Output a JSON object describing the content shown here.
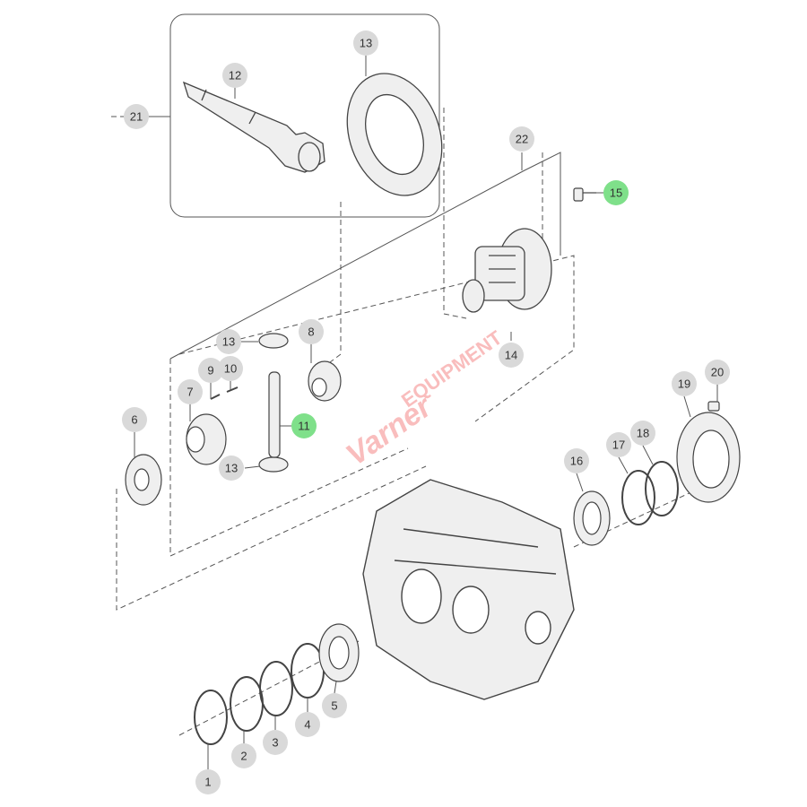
{
  "callouts": [
    {
      "id": "c21",
      "label": "21",
      "color": "#d9d9d9",
      "highlighted": false
    },
    {
      "id": "c12",
      "label": "12",
      "color": "#d9d9d9",
      "highlighted": false
    },
    {
      "id": "c13a",
      "label": "13",
      "color": "#d9d9d9",
      "highlighted": false
    },
    {
      "id": "c22",
      "label": "22",
      "color": "#d9d9d9",
      "highlighted": false
    },
    {
      "id": "c15",
      "label": "15",
      "color": "#7fe08a",
      "highlighted": true
    },
    {
      "id": "c13b",
      "label": "13",
      "color": "#d9d9d9",
      "highlighted": false
    },
    {
      "id": "c8",
      "label": "8",
      "color": "#d9d9d9",
      "highlighted": false
    },
    {
      "id": "c14",
      "label": "14",
      "color": "#d9d9d9",
      "highlighted": false
    },
    {
      "id": "c9",
      "label": "9",
      "color": "#d9d9d9",
      "highlighted": false
    },
    {
      "id": "c10",
      "label": "10",
      "color": "#d9d9d9",
      "highlighted": false
    },
    {
      "id": "c7",
      "label": "7",
      "color": "#d9d9d9",
      "highlighted": false
    },
    {
      "id": "c11",
      "label": "11",
      "color": "#7fe08a",
      "highlighted": true
    },
    {
      "id": "c6",
      "label": "6",
      "color": "#d9d9d9",
      "highlighted": false
    },
    {
      "id": "c13c",
      "label": "13",
      "color": "#d9d9d9",
      "highlighted": false
    },
    {
      "id": "c20",
      "label": "20",
      "color": "#d9d9d9",
      "highlighted": false
    },
    {
      "id": "c19",
      "label": "19",
      "color": "#d9d9d9",
      "highlighted": false
    },
    {
      "id": "c16",
      "label": "16",
      "color": "#d9d9d9",
      "highlighted": false
    },
    {
      "id": "c17",
      "label": "17",
      "color": "#d9d9d9",
      "highlighted": false
    },
    {
      "id": "c18",
      "label": "18",
      "color": "#d9d9d9",
      "highlighted": false
    },
    {
      "id": "c5",
      "label": "5",
      "color": "#d9d9d9",
      "highlighted": false
    },
    {
      "id": "c4",
      "label": "4",
      "color": "#d9d9d9",
      "highlighted": false
    },
    {
      "id": "c3",
      "label": "3",
      "color": "#d9d9d9",
      "highlighted": false
    },
    {
      "id": "c2",
      "label": "2",
      "color": "#d9d9d9",
      "highlighted": false
    },
    {
      "id": "c1",
      "label": "1",
      "color": "#d9d9d9",
      "highlighted": false
    }
  ],
  "watermark": {
    "brand": "Varner",
    "text": "EQUIPMENT",
    "color": "#e44444"
  },
  "colors": {
    "line": "#555555",
    "part_fill": "#efefef",
    "part_stroke": "#444444"
  }
}
